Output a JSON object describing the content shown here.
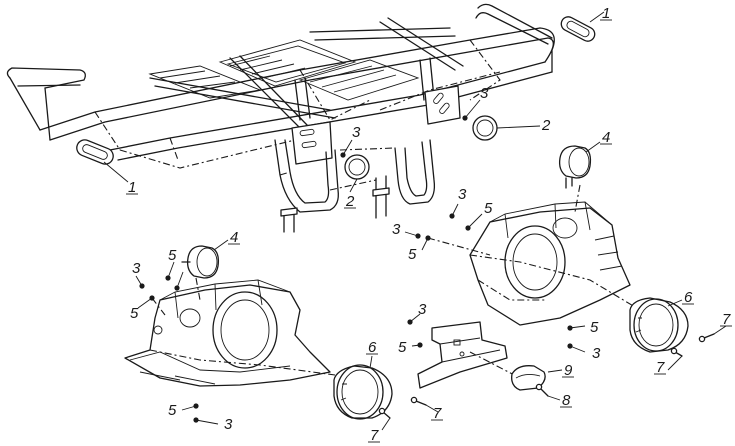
{
  "diagram": {
    "callouts": {
      "c01": "1",
      "c02": "1",
      "c03": "2",
      "c04": "2",
      "c05": "3",
      "c06": "3",
      "c07": "3",
      "c08": "3",
      "c09": "3",
      "c10": "3",
      "c11": "3",
      "c12": "3",
      "c13": "4",
      "c14": "4",
      "c15": "5",
      "c16": "5",
      "c17": "5",
      "c18": "5",
      "c19": "5",
      "c20": "5",
      "c21": "5",
      "c22": "6",
      "c23": "6",
      "c24": "7",
      "c25": "7",
      "c26": "7",
      "c27": "7",
      "c28": "8",
      "c29": "9"
    }
  }
}
